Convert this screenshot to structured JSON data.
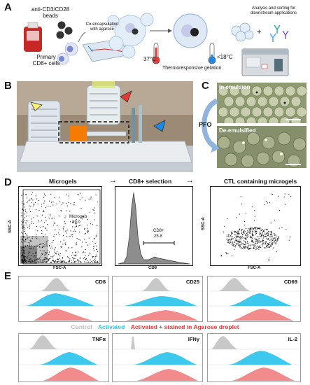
{
  "panels": {
    "a": "A",
    "b": "B",
    "c": "C",
    "d": "D",
    "e": "E"
  },
  "panel_a": {
    "beads_label_1": "anti-CD3/CD28",
    "beads_label_2": "beads",
    "cells_label_1": "Primary",
    "cells_label_2": "CD8+ cells",
    "encap_label_1": "Co-encapsulation",
    "encap_label_2": "with agarose",
    "temp_warm": "37°C",
    "temp_cold": "<18°C",
    "gelation": "Thermoresponsive gelation",
    "analysis_1": "Analysis and sorting for",
    "analysis_2": "downstream applications",
    "plus": "+"
  },
  "panel_c": {
    "emulsion": "In emulsion",
    "deemulsified": "De-emulsified",
    "pfo": "PFO"
  },
  "panel_d": {
    "title_1": "Microgels",
    "title_2": "CD8+ selection",
    "title_3": "CTL containing microgels",
    "plot1": {
      "ylabel": "SSC-A",
      "xlabel": "FSC-A",
      "gate_name": "Microgels",
      "gate_value": "89.0"
    },
    "plot2": {
      "xlabel": "CD8",
      "gate_name": "CD8+",
      "gate_value": "25.8"
    },
    "plot3": {
      "ylabel": "SSC-A",
      "xlabel": "FSC-A"
    }
  },
  "panel_e": {
    "markers_top": [
      "CD8",
      "CD25",
      "CD69"
    ],
    "markers_bottom": [
      "TNFα",
      "IFNγ",
      "IL-2"
    ],
    "legend": {
      "control": "Control",
      "activated": "Activated",
      "stained": "Activated + stained in Agarose droplet"
    },
    "colors": {
      "control": "#bdbdbd",
      "activated": "#29c8ec",
      "stained": "#f08080"
    }
  }
}
